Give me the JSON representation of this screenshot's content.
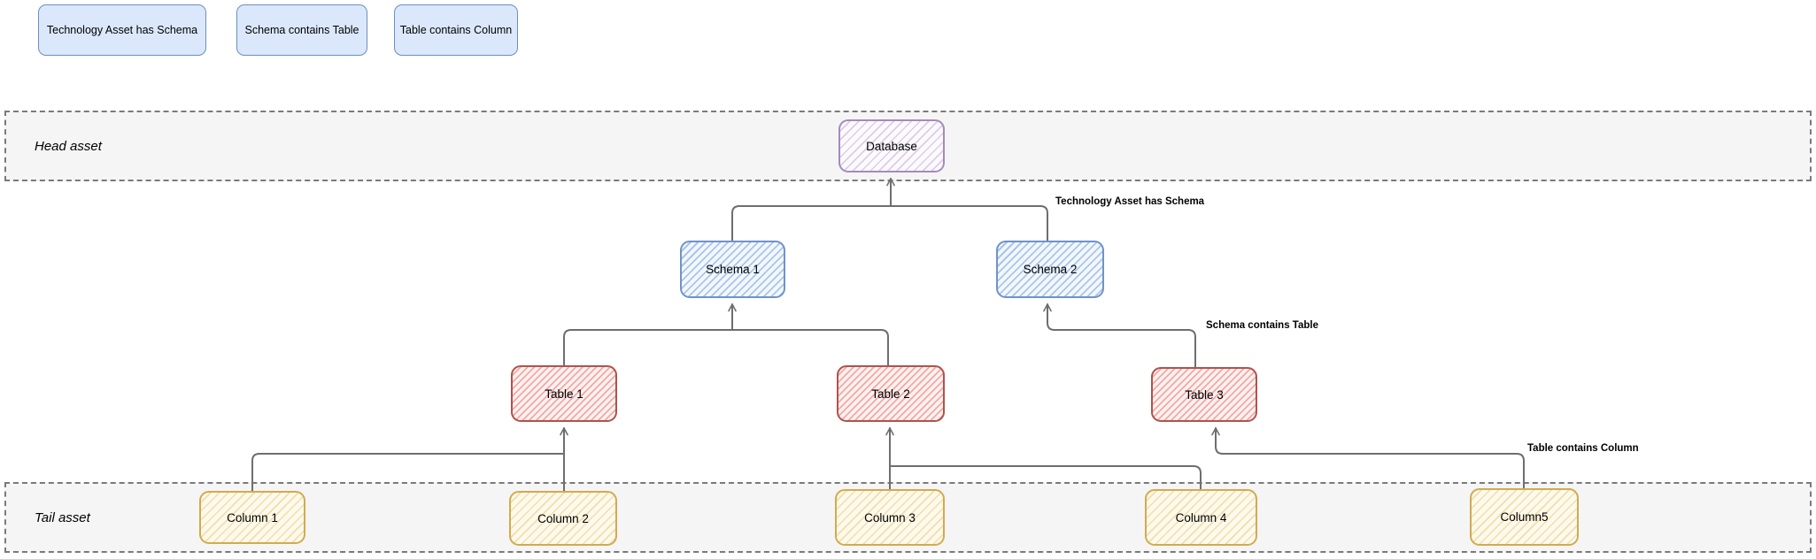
{
  "legend": {
    "items": [
      {
        "label": "Technology Asset has Schema"
      },
      {
        "label": "Schema contains Table"
      },
      {
        "label": "Table contains Column"
      }
    ]
  },
  "lanes": {
    "head": {
      "label": "Head asset"
    },
    "tail": {
      "label": "Tail asset"
    }
  },
  "nodes": {
    "database": {
      "label": "Database",
      "kind": "database"
    },
    "schema1": {
      "label": "Schema 1",
      "kind": "schema"
    },
    "schema2": {
      "label": "Schema 2",
      "kind": "schema"
    },
    "table1": {
      "label": "Table 1",
      "kind": "table"
    },
    "table2": {
      "label": "Table 2",
      "kind": "table"
    },
    "table3": {
      "label": "Table 3",
      "kind": "table"
    },
    "column1": {
      "label": "Column 1",
      "kind": "column"
    },
    "column2": {
      "label": "Column 2",
      "kind": "column"
    },
    "column3": {
      "label": "Column 3",
      "kind": "column"
    },
    "column4": {
      "label": "Column 4",
      "kind": "column"
    },
    "column5": {
      "label": "Column5",
      "kind": "column"
    }
  },
  "edge_labels": {
    "has_schema": "Technology Asset has Schema",
    "contains_table": "Schema contains Table",
    "contains_column": "Table contains Column"
  },
  "edges": [
    {
      "from": "schema1",
      "to": "database",
      "relation": "Technology Asset has Schema"
    },
    {
      "from": "schema2",
      "to": "database",
      "relation": "Technology Asset has Schema"
    },
    {
      "from": "table1",
      "to": "schema1",
      "relation": "Schema contains Table"
    },
    {
      "from": "table2",
      "to": "schema1",
      "relation": "Schema contains Table"
    },
    {
      "from": "table3",
      "to": "schema2",
      "relation": "Schema contains Table"
    },
    {
      "from": "column1",
      "to": "table1",
      "relation": "Table contains Column"
    },
    {
      "from": "column2",
      "to": "table1",
      "relation": "Table contains Column"
    },
    {
      "from": "column3",
      "to": "table2",
      "relation": "Table contains Column"
    },
    {
      "from": "column4",
      "to": "table2",
      "relation": "Table contains Column"
    },
    {
      "from": "column5",
      "to": "table3",
      "relation": "Table contains Column"
    }
  ],
  "colors": {
    "legend_fill": "#dbe8fc",
    "legend_border": "#6c8ebf",
    "lane_fill": "#f5f5f5",
    "lane_border": "#7a7a7a",
    "database_border": "#a58bbb",
    "schema_border": "#6f93c9",
    "table_border": "#b0524d",
    "column_border": "#d2ab4f",
    "connector": "#6e6e6e"
  }
}
